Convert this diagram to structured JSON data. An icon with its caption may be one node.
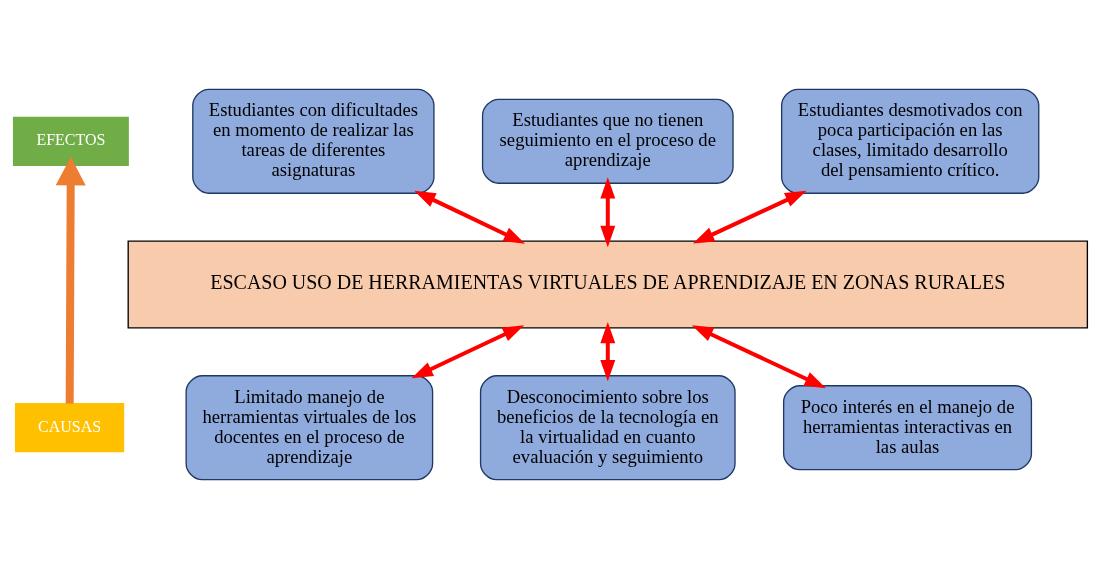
{
  "diagram": {
    "nodes": [
      {
        "text": [
          "EFECTOS"
        ]
      },
      {
        "text": [
          "CAUSAS"
        ]
      },
      {
        "text": [
          "Estudiantes con dificultades en momento de realizar las tareas de diferentes asignaturas"
        ]
      },
      {
        "text": [
          "Estudiantes que no tienen seguimiento en el proceso de aprendizaje"
        ]
      },
      {
        "text": [
          "Estudiantes desmotivados con poca participación en las clases, limitado desarrollo del pensamiento crítico."
        ]
      },
      {
        "text": [
          "ESCASO USO DE HERRAMIENTAS VIRTUALES DE APRENDIZAJE EN ZONAS RURALES"
        ]
      },
      {
        "text": [
          "Limitado manejo de herramientas virtuales de los docentes en el proceso de aprendizaje"
        ]
      },
      {
        "text": [
          "Desconocimiento sobre los beneficios de la tecnología en la virtualidad en cuanto evaluación y seguimiento"
        ]
      },
      {
        "text": [
          "Poco interés en el manejo de herramientas interactivas en las aulas"
        ]
      }
    ],
    "edges": [
      {
        "from": 1,
        "to": 0,
        "arrow": "to",
        "style": "thick",
        "color": "#ed7d31"
      },
      {
        "from": 2,
        "to": 5,
        "arrow": "both"
      },
      {
        "from": 3,
        "to": 5,
        "arrow": "both"
      },
      {
        "from": 4,
        "to": 5,
        "arrow": "both"
      },
      {
        "from": 5,
        "to": 6,
        "arrow": "both"
      },
      {
        "from": 5,
        "to": 7,
        "arrow": "both"
      },
      {
        "from": 5,
        "to": 8,
        "arrow": "both"
      }
    ]
  }
}
